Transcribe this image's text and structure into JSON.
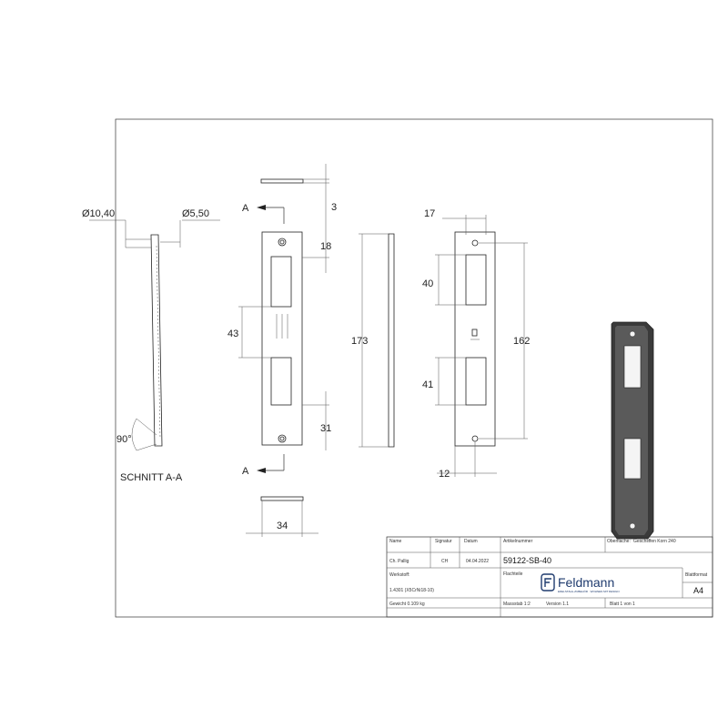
{
  "dims": {
    "dia_large": "Ø10,40",
    "dia_small": "Ø5,50",
    "angle": "90°",
    "section_label": "SCHNITT A-A",
    "section_mark": "A",
    "thickness": "3",
    "top_offset": "18",
    "slot_spacing": "43",
    "height_total": "173",
    "bottom_offset": "31",
    "width": "34",
    "side_offset": "17",
    "slot_upper": "40",
    "slot_lower": "41",
    "hole_spacing": "162",
    "bottom_margin": "12"
  },
  "title_block": {
    "name_h": "Name",
    "sig_h": "Signatur",
    "date_h": "Datum",
    "name": "Ch. Pallig",
    "sig": "CH",
    "date": "04.04.2022",
    "art_h": "Artikelnummer",
    "art_no": "59122-SB-40",
    "surface_h": "Oberfläche:",
    "surface": "Geschliffen Korn 240",
    "material_h": "Werkstoff:",
    "material": "1.4301 (X5CrNi18-10)",
    "bezeichnung_h": "Flachteile",
    "brand": "Feldmann",
    "brand_sub": "EDELSTAHL-ZUBEHÖR · WOHNEN MIT DESIGN",
    "format_h": "Blattformat",
    "format": "A4",
    "weight": "Gewicht 0.109 kg",
    "scale": "Massstab 1:2",
    "version": "Version 1.1",
    "sheet": "Blatt 1 von 1"
  }
}
